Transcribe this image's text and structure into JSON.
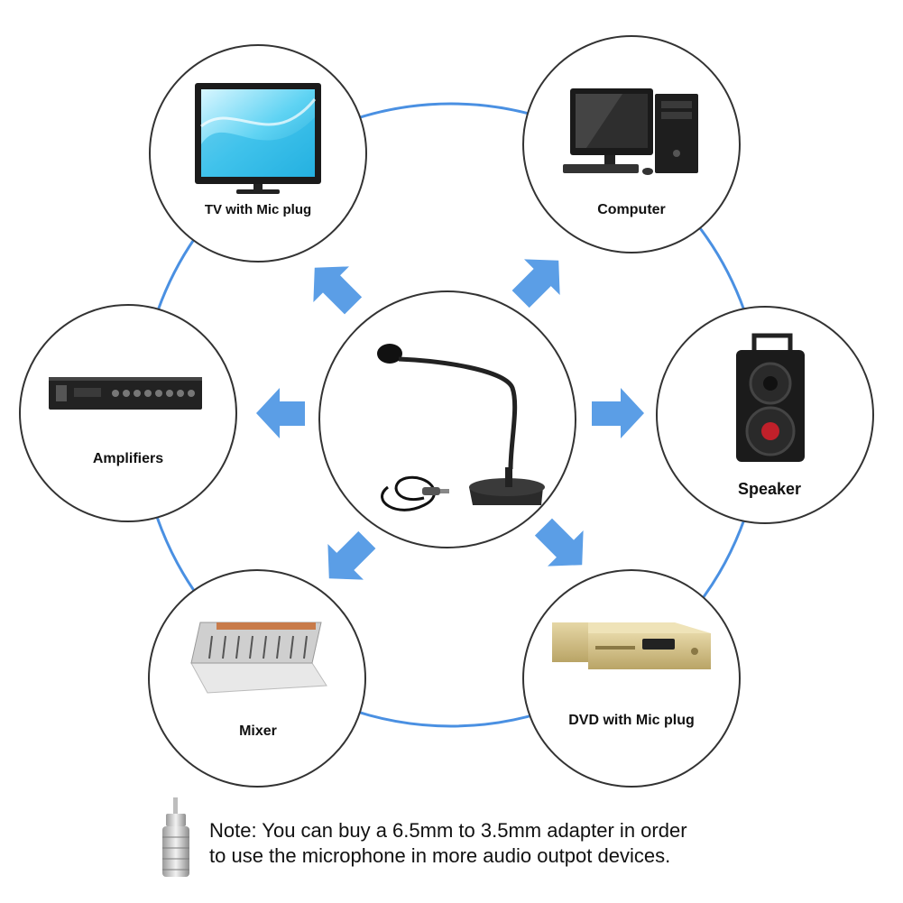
{
  "devices": {
    "tv": {
      "label": "TV with Mic plug",
      "icon": "tv-icon"
    },
    "computer": {
      "label": "Computer",
      "icon": "computer-icon"
    },
    "amplifiers": {
      "label": "Amplifiers",
      "icon": "amplifier-icon"
    },
    "speaker": {
      "label": "Speaker",
      "icon": "speaker-icon"
    },
    "mixer": {
      "label": "Mixer",
      "icon": "mixer-icon"
    },
    "dvd": {
      "label": "DVD with Mic plug",
      "icon": "dvd-player-icon"
    }
  },
  "center": {
    "icon": "gooseneck-microphone-icon"
  },
  "note": {
    "line1": "Note: You can buy a 6.5mm to 3.5mm adapter in order",
    "line2": "to use the microphone in more audio outpot devices."
  },
  "colors": {
    "ring": "#4a90e2",
    "arrow": "#5b9ee6",
    "circle_stroke": "#333333"
  }
}
